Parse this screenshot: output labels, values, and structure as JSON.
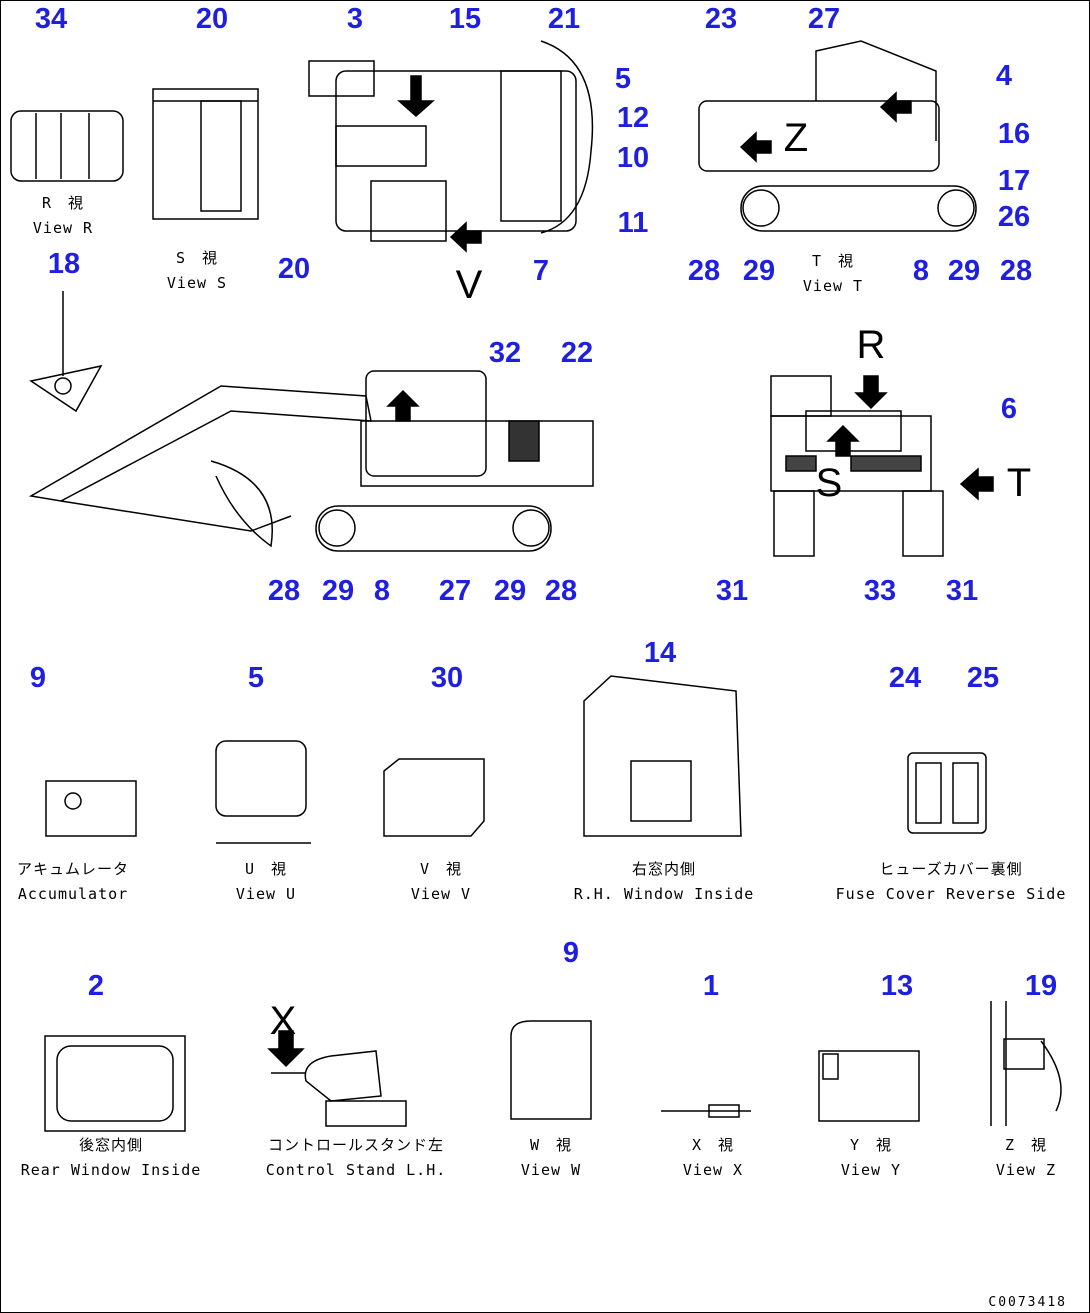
{
  "diagram": {
    "part_numbers": [
      "34",
      "20",
      "3",
      "15",
      "21",
      "5",
      "12",
      "10",
      "11",
      "7",
      "20",
      "18",
      "23",
      "27",
      "4",
      "16",
      "17",
      "26",
      "28",
      "29",
      "8",
      "29",
      "28",
      "32",
      "22",
      "6",
      "28",
      "29",
      "8",
      "27",
      "29",
      "28",
      "31",
      "33",
      "31",
      "9",
      "5",
      "30",
      "14",
      "24",
      "25",
      "2",
      "9",
      "1",
      "13",
      "19"
    ],
    "captions": [
      {
        "jp": "R　視",
        "en": "View R"
      },
      {
        "jp": "S　視",
        "en": "View S"
      },
      {
        "jp": "T　視",
        "en": "View T"
      },
      {
        "jp": "アキュムレータ",
        "en": "Accumulator"
      },
      {
        "jp": "U　視",
        "en": "View U"
      },
      {
        "jp": "V　視",
        "en": "View V"
      },
      {
        "jp": "右窓内側",
        "en": "R.H. Window Inside"
      },
      {
        "jp": "ヒューズカバー裏側",
        "en": "Fuse Cover Reverse Side"
      },
      {
        "jp": "後窓内側",
        "en": "Rear Window Inside"
      },
      {
        "jp": "コントロールスタンド左",
        "en": "Control Stand L.H."
      },
      {
        "jp": "W　視",
        "en": "View W"
      },
      {
        "jp": "X　視",
        "en": "View X"
      },
      {
        "jp": "Y　視",
        "en": "View Y"
      },
      {
        "jp": "Z　視",
        "en": "View Z"
      }
    ],
    "view_markers": [
      "V",
      "R",
      "T",
      "S",
      "Z",
      "X"
    ],
    "drawing_code": "C0073418"
  }
}
